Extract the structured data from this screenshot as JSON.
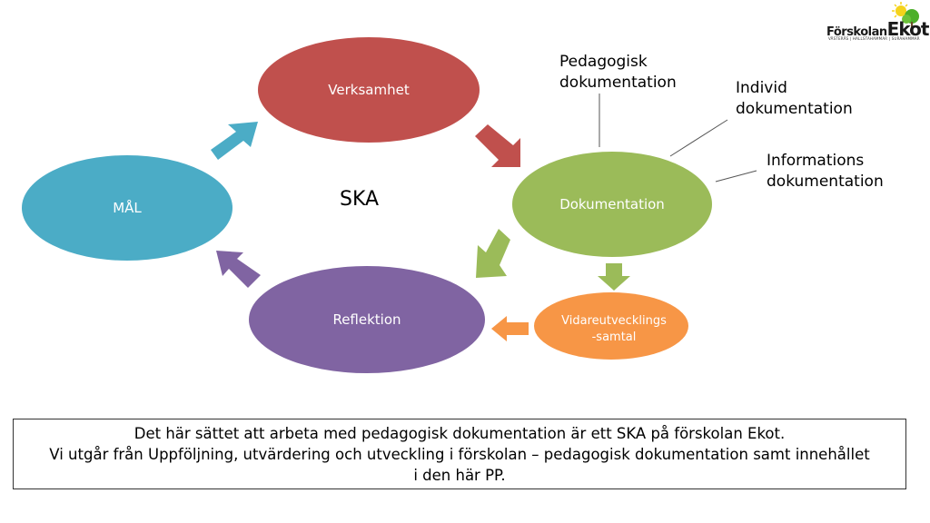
{
  "diagram": {
    "nodes": {
      "verksamhet": "Verksamhet",
      "dokumentation": "Dokumentation",
      "reflektion": "Reflektion",
      "mal": "MÅL",
      "vidare_line1": "Vidareutvecklings",
      "vidare_line2": "-samtal"
    },
    "center_label": "SKA",
    "annotations": {
      "pedagogisk_line1": "Pedagogisk",
      "pedagogisk_line2": "dokumentation",
      "individ_line1": "Individ",
      "individ_line2": "dokumentation",
      "informations_line1": "Informations",
      "informations_line2": "dokumentation"
    },
    "colors": {
      "verksamhet": "#c0504d",
      "dokumentation": "#9bbb59",
      "reflektion": "#8064a2",
      "mal": "#4bacc6",
      "vidare": "#f79646"
    }
  },
  "caption": {
    "line1": "Det här sättet att arbeta med pedagogisk dokumentation är ett SKA på förskolan Ekot.",
    "line2": "Vi utgår från Uppföljning, utvärdering och utveckling i förskolan – pedagogisk dokumentation samt innehållet",
    "line3": "i den här PP."
  },
  "logo": {
    "text_prefix": "Förskolan",
    "text_name": "Ekot",
    "sub": "VÄSTERÅS | HALLSTAHAMMAR | SURAHAMMAR"
  }
}
